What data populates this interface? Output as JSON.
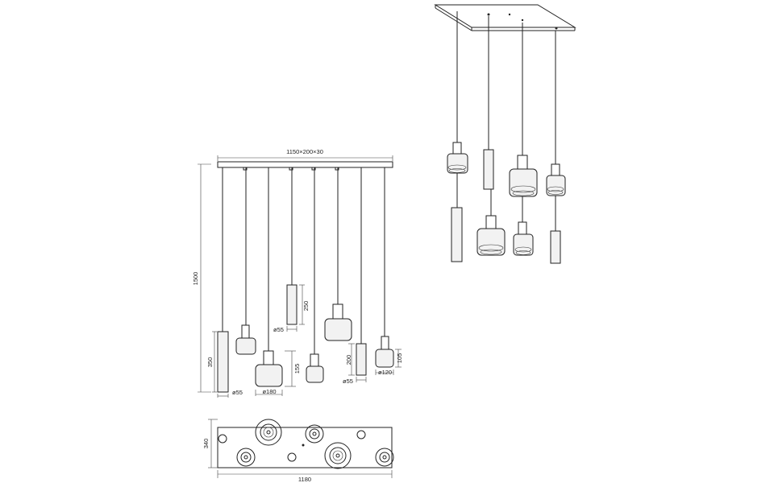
{
  "front_view": {
    "canopy_label": "1150×200×30",
    "height_label": "1500",
    "dims": {
      "tube_left_h": "350",
      "tube_left_d": "ø55",
      "shade_big_h": "155",
      "shade_big_d": "ø180",
      "tube_mid_h": "250",
      "tube_mid_d": "ø55",
      "tube_right_h": "200",
      "tube_right_d": "ø55",
      "shade_small_h": "105",
      "shade_small_d": "ø120"
    }
  },
  "top_view": {
    "width_label": "1180",
    "depth_label": "340"
  },
  "colors": {
    "line": "#222222",
    "fill": "#f2f2f2",
    "background": "#ffffff"
  }
}
